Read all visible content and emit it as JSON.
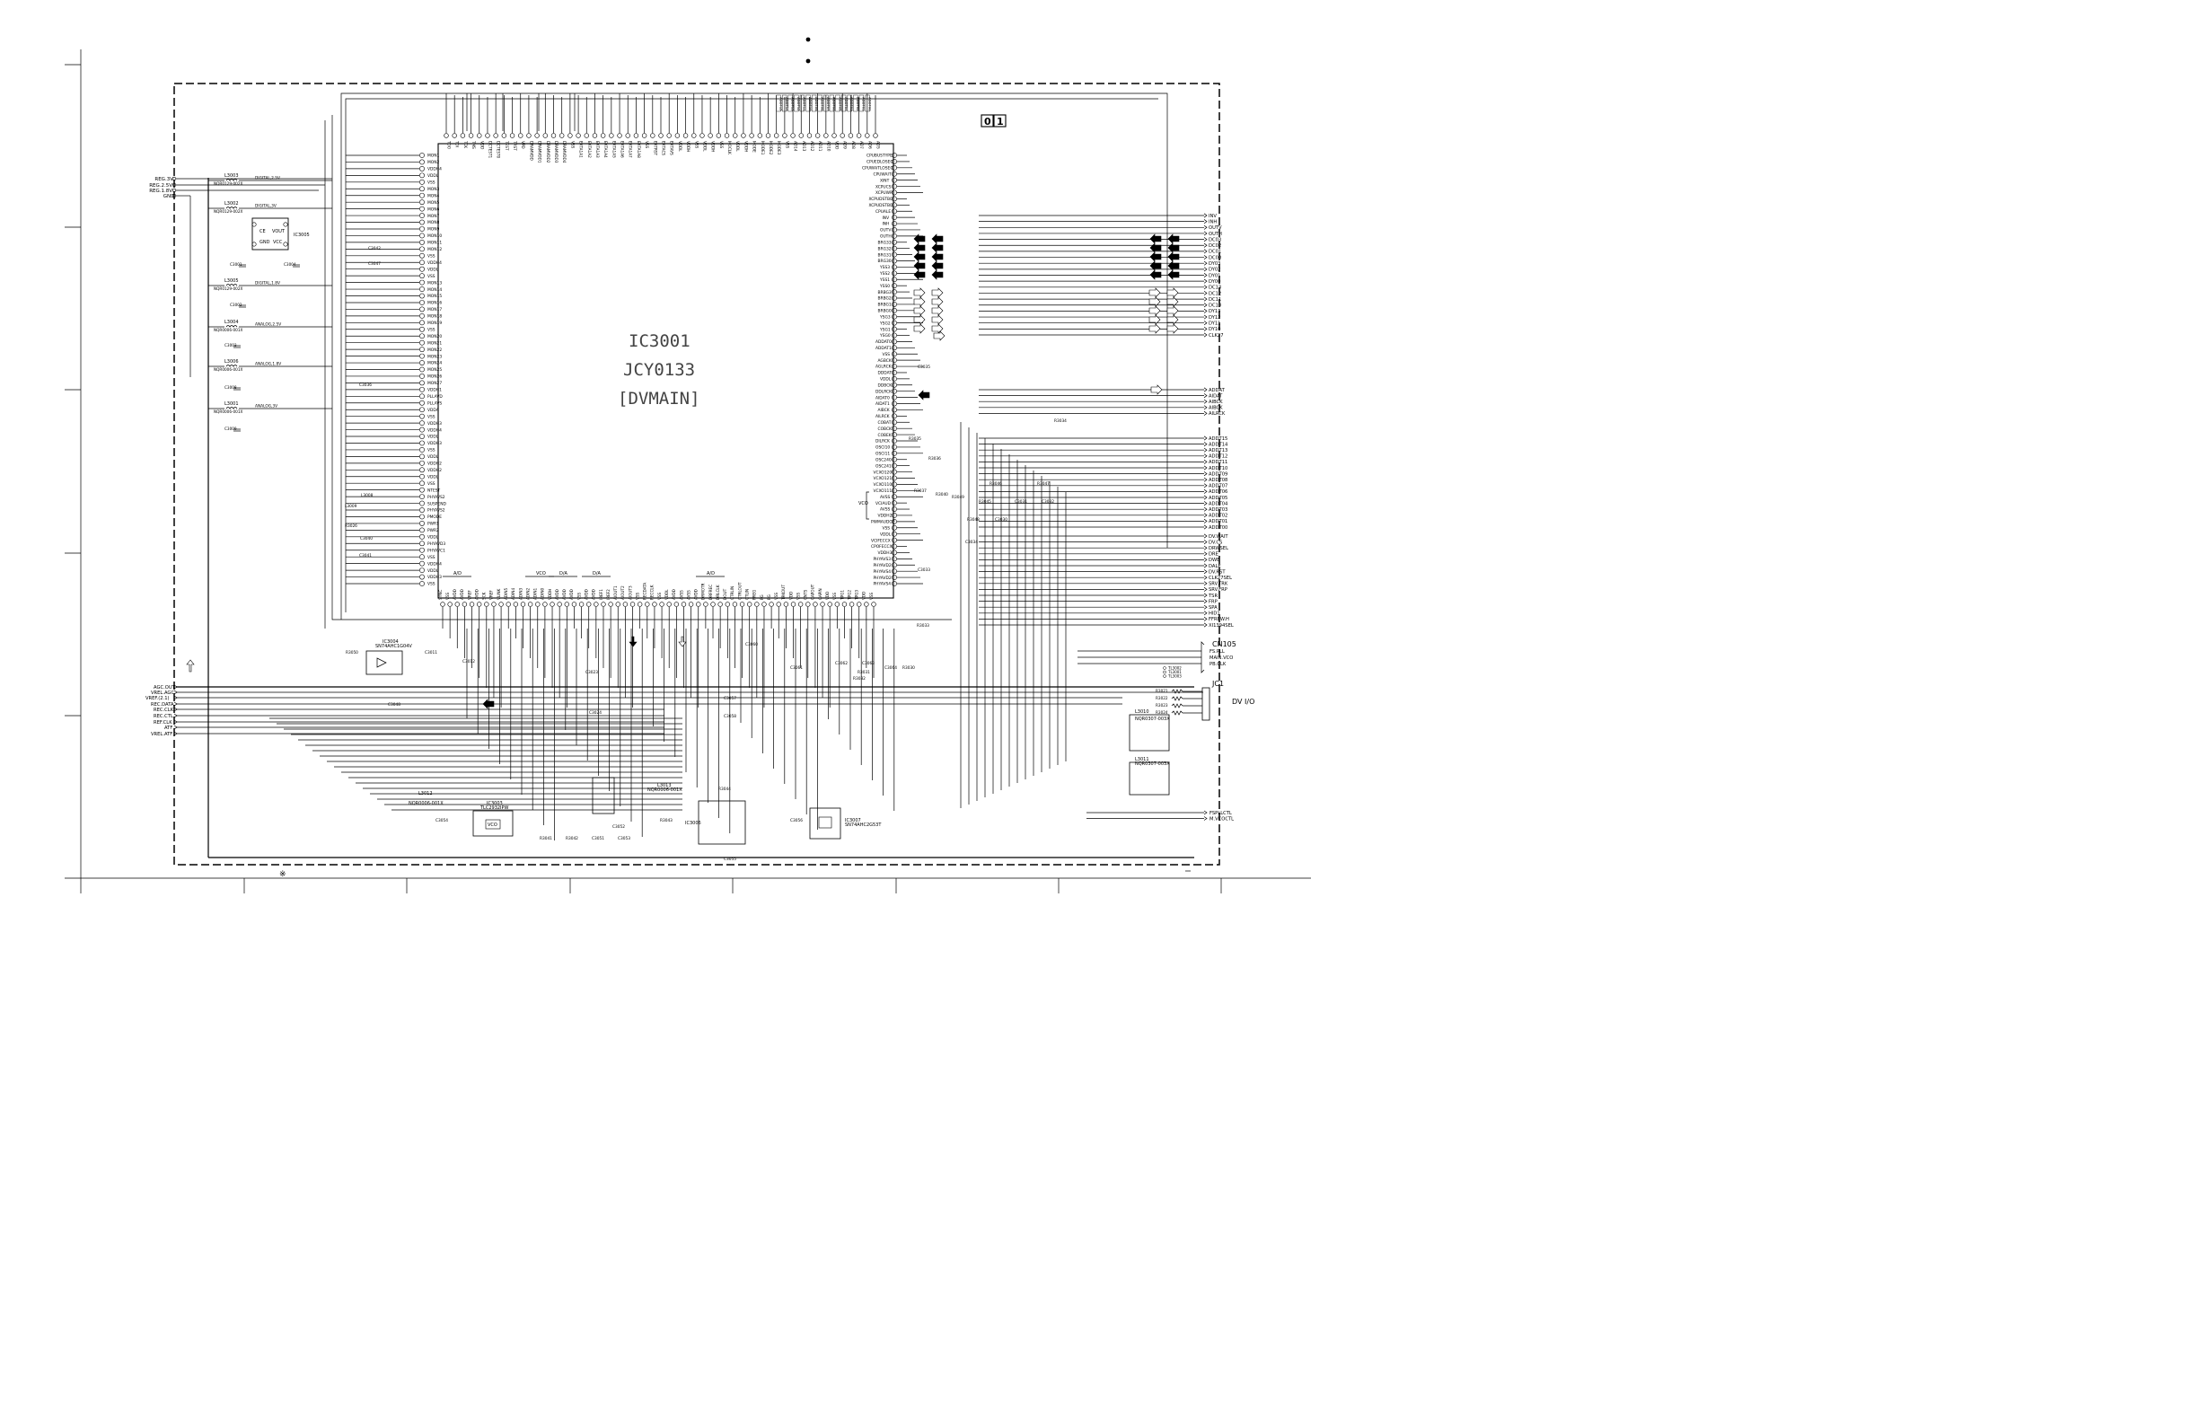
{
  "ic_main": {
    "ref": "IC3001",
    "part": "JCY0133",
    "name": "[DVMAIN]"
  },
  "board_badge": "01",
  "page_mark": "※",
  "power_inputs": [
    "REG.3V",
    "REG.2.5V",
    "REG.1.8V",
    "GND"
  ],
  "power_rails": [
    {
      "ref": "L3003",
      "part": "NQR0129-002X",
      "net": "DIGITAL,2.5V"
    },
    {
      "ref": "L3002",
      "part": "NQR0129-002X",
      "net": "DIGITAL,3V"
    },
    {
      "ref": "L3005",
      "part": "NQR0129-002X",
      "net": "DIGITAL,1.8V"
    },
    {
      "ref": "L3004",
      "part": "NQR0006-001X",
      "net": "ANALOG,2.5V"
    },
    {
      "ref": "L3006",
      "part": "NQR0006-001X",
      "net": "ANALOG,1.8V"
    },
    {
      "ref": "L3001",
      "part": "NQR0006-001X",
      "net": "ANALOG,3V"
    }
  ],
  "reg_ic": {
    "ref": "IC3005",
    "pins": [
      "CE",
      "VOUT",
      "GND",
      "VCC"
    ]
  },
  "misc_caps": [
    "C3001",
    "C3004",
    "C3002",
    "C3003",
    "C3043",
    "C3044",
    "C3045",
    "C3046",
    "C3038",
    "C3039"
  ],
  "left_pins": [
    "MON1",
    "MON2",
    "VDDH4",
    "VDDL",
    "VSS",
    "MON3",
    "MON4",
    "MON5",
    "MON6",
    "MON7",
    "MON8",
    "MON9",
    "MON10",
    "MON11",
    "MON12",
    "VSS",
    "VDDH4",
    "VDDL",
    "VSS",
    "MON13",
    "MON14",
    "MON15",
    "MON16",
    "MON17",
    "MON18",
    "MON19",
    "VSS",
    "MON20",
    "MON21",
    "MON22",
    "MON23",
    "MON24",
    "MON25",
    "MON26",
    "MON27",
    "VDDH1",
    "PLLAVD",
    "PLLAVS",
    "VDDA",
    "VSS",
    "VDDH3",
    "VDDH4",
    "VDDL",
    "VDDH3",
    "VSS",
    "VDDL",
    "VDDH2",
    "VDDH2",
    "VDDL",
    "VSS",
    "NTEST",
    "PHYAVS2",
    "SUSPEND",
    "PHYAVS2",
    "PMODE",
    "PWR1",
    "PWR2",
    "VDDL",
    "PHYAVD3",
    "PHYAVC1",
    "VSS",
    "VDDH4",
    "VDDL",
    "VDDH3",
    "VSS"
  ],
  "right_pins": [
    "CPUBUSTYPE",
    "CPUEDLOSEC",
    "CPUWAITLOSEC",
    "CPUWAIT",
    "XINT",
    "XCPUCS",
    "XCPUWR",
    "XCPUDSTB0",
    "XCPUDSTB0",
    "CPUALE",
    "INV",
    "INH",
    "OUTV",
    "OUTH",
    "BRG33",
    "BRG32",
    "BRG31",
    "BRG30",
    "YSS3",
    "YSS2",
    "YSS1",
    "YSS0",
    "BRBG3",
    "BRBG2",
    "BRBG1",
    "BRBG0",
    "YSG3",
    "YSG2",
    "YSG1",
    "YSG0",
    "ADDAT0",
    "ADDAT1",
    "VSS",
    "AGBCK",
    "AGLRCK",
    "DDDAT",
    "VDDL",
    "DDBCK",
    "DDLRCK",
    "AIDAT0",
    "AIDAT1",
    "AIBCK",
    "AILRCK",
    "COBAT",
    "COBCK",
    "COBEK",
    "DILRCK",
    "OSCI10",
    "OSCI11",
    "OSC240",
    "OSC241",
    "VCXO120",
    "VCXO121",
    "VCXO110",
    "VCXO111",
    "AVSS",
    "VCIAUD",
    "AVSS",
    "VDDH2",
    "PWMAUDO2",
    "VSS",
    "VDDL",
    "VCIFECCX",
    "CPOFECCX",
    "VDDH3",
    "PHYAVS3",
    "PHYAVD2",
    "PHYAVS4",
    "PHYAVD2",
    "PHYAVS4"
  ],
  "top_pins": [
    "TDO",
    "TDI",
    "TCK",
    "TMS",
    "VDD",
    "DCTEST1",
    "DCTEST0",
    "TEST",
    "TRST",
    "VPD",
    "DRAMVDD",
    "DRAMVDD1",
    "DRAMVDD2",
    "DRAMVDD3",
    "DRAMVDD4",
    "VSS",
    "EXTA1A1",
    "EXTA1A2",
    "EXTA1A3",
    "EXTA1A4",
    "EXTA1A5",
    "EXTA1A6",
    "EXTA1A7",
    "EXTA1A8",
    "VSS",
    "EXTRST",
    "EXTACS",
    "EXTAVS",
    "VDDL",
    "VDDH",
    "VSS",
    "VDDL",
    "VDDH",
    "VSS",
    "MOCLK",
    "VDDL",
    "VDDH",
    "MODE",
    "MODE1",
    "MODE2",
    "MODE3",
    "VSS",
    "AD14",
    "AD13",
    "AD12",
    "AD11",
    "AD10",
    "VDD",
    "AD9",
    "AD8",
    "AD7",
    "AD6",
    "AD5"
  ],
  "bottom_pins": [
    "SYNC",
    "VSS",
    "AVDD",
    "AVDD",
    "VREF",
    "AVDD",
    "SCK",
    "VREF",
    "VLINK",
    "ADIN5",
    "ADIN4",
    "ADIN3",
    "ADIN2",
    "ADIN1",
    "ADIN0",
    "VDDH",
    "AVDD",
    "AVDD",
    "AVDD",
    "VSS",
    "AVDD",
    "AVDD",
    "IREF1",
    "IREF2",
    "AIOUT1",
    "AIOUT2",
    "AIOUT3",
    "VSS",
    "RECDATA",
    "RECCLK",
    "VSS",
    "VDDL",
    "AVDD",
    "AVSS",
    "AVSS",
    "AVDD",
    "DRMOTR",
    "DRFREC",
    "DRLCLK",
    "DOUT",
    "CTRLIN",
    "CTRLOUT",
    "CTLIN",
    "FREG",
    "FG",
    "PG",
    "VSS",
    "TRKOUT",
    "VDD",
    "VSS",
    "CNTS",
    "CAPOUT",
    "CAPIN",
    "VDD",
    "VSS",
    "TPG1",
    "TPG2",
    "TPG3",
    "VDD",
    "VSS"
  ],
  "top_addr_nets": [
    "ADDT15",
    "ADDT14",
    "ADDT13",
    "ADDT12",
    "ADDT11",
    "ADDT10",
    "ADDT09",
    "ADDT08",
    "ADDT07",
    "ADDT06",
    "ADDT05",
    "ADDT04",
    "ADDT03",
    "ADDT02",
    "ADDT01",
    "ADDT00"
  ],
  "bus_labels": [
    "A/D",
    "VCO",
    "D/A",
    "D/A",
    "A/D"
  ],
  "right_signals_1": [
    "INV",
    "INH",
    "OUTV",
    "OUTH",
    "DC03",
    "DC02",
    "DC01",
    "DC00",
    "DY03",
    "DY02",
    "DY01",
    "DY00",
    "DC13",
    "DC12",
    "DC11",
    "DC10",
    "DY13",
    "DY12",
    "DY11",
    "DY10",
    "CLK27"
  ],
  "right_signals_2": [
    "ADDAT",
    "AIDAT",
    "AIBCK",
    "AIBCK",
    "AILRCK"
  ],
  "addr_signals": [
    "ADDT15",
    "ADDT14",
    "ADDT13",
    "ADDT12",
    "ADDT11",
    "ADDT10",
    "ADDT09",
    "ADDT08",
    "ADDT07",
    "ADDT06",
    "ADDT05",
    "ADDT04",
    "ADDT03",
    "ADDT02",
    "ADDT01",
    "ADDT00"
  ],
  "right_signals_3": [
    "DV.WAIT",
    "DV.CS",
    "DRWSEL",
    "DRE",
    "DWE",
    "DALE",
    "DV.RST",
    "CLK27SEL",
    "SRV.TRK",
    "SRV.FRP",
    "TSR",
    "FRP",
    "SPA",
    "HID1",
    "FFREW.H",
    "XI1394SEL"
  ],
  "cn105": {
    "ref": "CN105",
    "pins": [
      "FS.PLL",
      "MAIN.VCO",
      "PB.CLK"
    ]
  },
  "jc1": {
    "ref": "JC1",
    "label": "DV I/O",
    "resistors": [
      "R3021",
      "R3022",
      "R3023",
      "R3024"
    ]
  },
  "jc1_parts": [
    {
      "ref": "L3010",
      "part": "NQR0307-003X"
    },
    {
      "ref": "L3011",
      "part": "NQR0307-003X"
    }
  ],
  "testpoints": [
    "TL3002",
    "TL3001",
    "TL3003"
  ],
  "left_signals": [
    "AGC.OUT",
    "VREL.AGC",
    "VREF.(2.1)",
    "REC.DATA",
    "REC.CLK",
    "REC.CTL",
    "REF.CLK",
    "ATF",
    "VREL.ATF"
  ],
  "bottom_right_signals": [
    "FSPLLCTL",
    "M.VCOCTL"
  ],
  "ic3004": {
    "ref": "IC3004",
    "part": "SN74AHC1G04V"
  },
  "ic3003": {
    "ref": "IC3003",
    "part": "TLC2932IPW",
    "block": "VCO"
  },
  "ic3006": {
    "ref": "IC3006"
  },
  "ic3007": {
    "ref": "IC3007",
    "part": "SN74AHC2G53T"
  },
  "l3012": {
    "ref": "L3012",
    "part": "NQR0006-001X"
  },
  "l3013": {
    "ref": "L3013",
    "part": "NQR0006-001X"
  },
  "nearby_refs": [
    "R3050",
    "C3011",
    "C3012",
    "C3023",
    "C3024",
    "R3041",
    "R3042",
    "C3051",
    "C3052",
    "C3053",
    "C3054",
    "R3043",
    "R3044",
    "C3055",
    "C3056",
    "C3057",
    "C3058",
    "C3060",
    "C3061",
    "C3062",
    "C3063",
    "C3064",
    "R3030",
    "R3031",
    "R3032",
    "R3033",
    "R3034",
    "R3035",
    "R3036",
    "R3037",
    "R3040",
    "R3049",
    "R3045",
    "R3046",
    "R3047",
    "R3048",
    "C3030",
    "C3031",
    "C3032",
    "C3033",
    "C3034",
    "C3035",
    "C3036",
    "L3008",
    "L3009",
    "R3026",
    "C3040",
    "C3041",
    "C3042",
    "C3047",
    "C3048"
  ],
  "vco_label": "VCO"
}
